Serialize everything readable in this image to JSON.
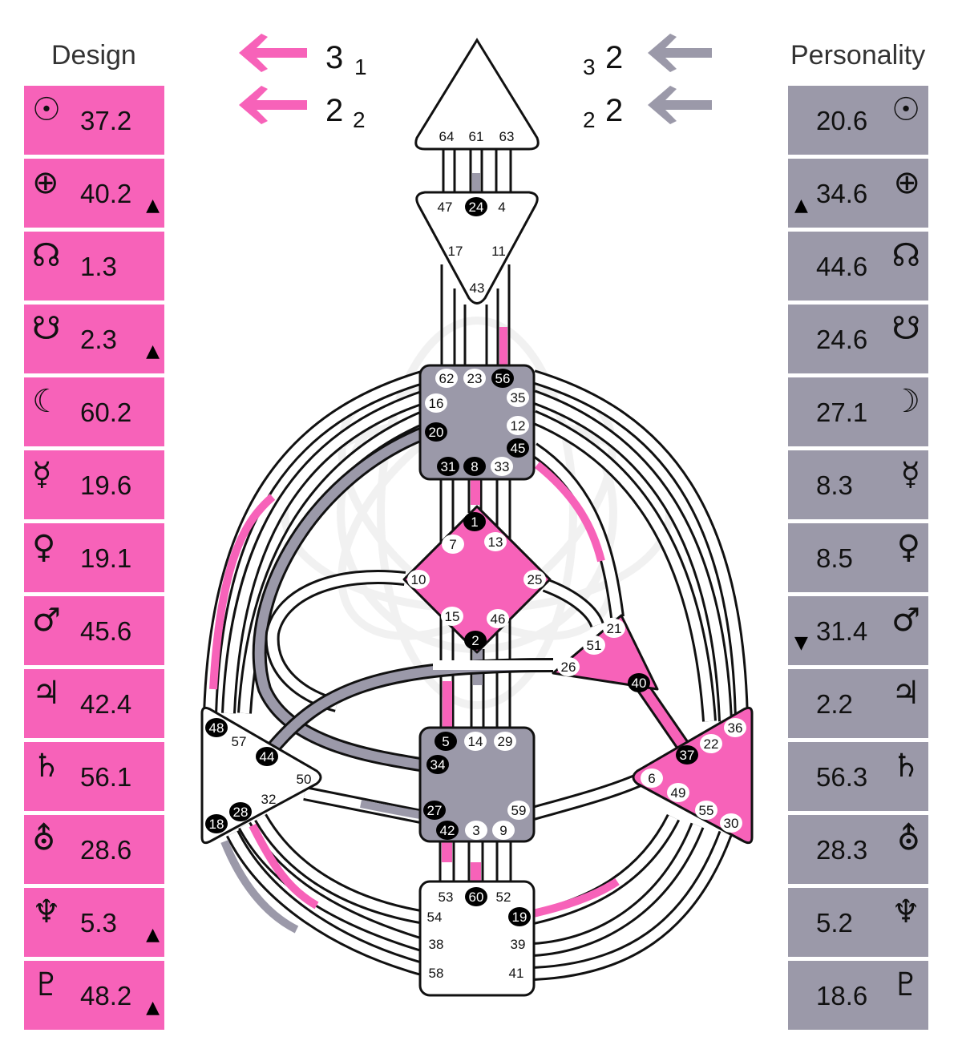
{
  "colors": {
    "design": "#f762b9",
    "personality": "#9b99a9",
    "line": "#111111",
    "gate_active": "#000000"
  },
  "design": {
    "title": "Design",
    "rows": [
      {
        "icon": "sun-icon",
        "glyph": "☉",
        "value": "37.2",
        "mark": ""
      },
      {
        "icon": "earth-icon",
        "glyph": "⊕",
        "value": "40.2",
        "mark": "▲"
      },
      {
        "icon": "north-node-icon",
        "glyph": "☊",
        "value": "1.3",
        "mark": ""
      },
      {
        "icon": "south-node-icon",
        "glyph": "☋",
        "value": "2.3",
        "mark": "▲"
      },
      {
        "icon": "moon-icon",
        "glyph": "☾",
        "value": "60.2",
        "mark": ""
      },
      {
        "icon": "mercury-icon",
        "glyph": "☿",
        "value": "19.6",
        "mark": ""
      },
      {
        "icon": "venus-icon",
        "glyph": "♀",
        "value": "19.1",
        "mark": ""
      },
      {
        "icon": "mars-icon",
        "glyph": "♂",
        "value": "45.6",
        "mark": ""
      },
      {
        "icon": "jupiter-icon",
        "glyph": "♃",
        "value": "42.4",
        "mark": ""
      },
      {
        "icon": "saturn-icon",
        "glyph": "♄",
        "value": "56.1",
        "mark": ""
      },
      {
        "icon": "uranus-icon",
        "glyph": "⛢",
        "value": "28.6",
        "mark": ""
      },
      {
        "icon": "neptune-icon",
        "glyph": "♆",
        "value": "5.3",
        "mark": "▲"
      },
      {
        "icon": "pluto-icon",
        "glyph": "♇",
        "value": "48.2",
        "mark": "▲"
      }
    ]
  },
  "personality": {
    "title": "Personality",
    "rows": [
      {
        "icon": "sun-icon",
        "glyph": "☉",
        "value": "20.6",
        "mark": ""
      },
      {
        "icon": "earth-icon",
        "glyph": "⊕",
        "value": "34.6",
        "mark": "▲"
      },
      {
        "icon": "north-node-icon",
        "glyph": "☊",
        "value": "44.6",
        "mark": ""
      },
      {
        "icon": "south-node-icon",
        "glyph": "☋",
        "value": "24.6",
        "mark": ""
      },
      {
        "icon": "moon-icon",
        "glyph": "☽",
        "value": "27.1",
        "mark": ""
      },
      {
        "icon": "mercury-icon",
        "glyph": "☿",
        "value": "8.3",
        "mark": ""
      },
      {
        "icon": "venus-icon",
        "glyph": "♀",
        "value": "8.5",
        "mark": ""
      },
      {
        "icon": "mars-icon",
        "glyph": "♂",
        "value": "31.4",
        "mark": "▼"
      },
      {
        "icon": "jupiter-icon",
        "glyph": "♃",
        "value": "2.2",
        "mark": ""
      },
      {
        "icon": "saturn-icon",
        "glyph": "♄",
        "value": "56.3",
        "mark": ""
      },
      {
        "icon": "uranus-icon",
        "glyph": "⛢",
        "value": "28.3",
        "mark": ""
      },
      {
        "icon": "neptune-icon",
        "glyph": "♆",
        "value": "5.2",
        "mark": ""
      },
      {
        "icon": "pluto-icon",
        "glyph": "♇",
        "value": "18.6",
        "mark": ""
      }
    ]
  },
  "arrows": {
    "design_top": {
      "big": "3",
      "small": "1"
    },
    "design_bottom": {
      "big": "2",
      "small": "2"
    },
    "personality_top": {
      "small": "3",
      "big": "2"
    },
    "personality_bottom": {
      "small": "2",
      "big": "2"
    }
  },
  "gates": {
    "active": [
      "24",
      "56",
      "20",
      "45",
      "31",
      "8",
      "1",
      "2",
      "40",
      "37",
      "48",
      "44",
      "28",
      "18",
      "5",
      "34",
      "27",
      "42",
      "60",
      "19"
    ],
    "head": [
      "64",
      "61",
      "63"
    ],
    "ajna": [
      "47",
      "24",
      "4",
      "17",
      "11",
      "43"
    ],
    "throat": [
      "62",
      "23",
      "56",
      "16",
      "35",
      "12",
      "20",
      "45",
      "31",
      "8",
      "33"
    ],
    "g": [
      "1",
      "7",
      "13",
      "10",
      "25",
      "15",
      "46",
      "2"
    ],
    "ego": [
      "21",
      "51",
      "26",
      "40"
    ],
    "spleen": [
      "48",
      "57",
      "44",
      "50",
      "32",
      "28",
      "18"
    ],
    "sacral": [
      "5",
      "14",
      "29",
      "34",
      "27",
      "59",
      "42",
      "3",
      "9"
    ],
    "solar": [
      "36",
      "22",
      "37",
      "6",
      "49",
      "55",
      "30"
    ],
    "root": [
      "53",
      "60",
      "52",
      "54",
      "19",
      "38",
      "39",
      "58",
      "41"
    ]
  }
}
